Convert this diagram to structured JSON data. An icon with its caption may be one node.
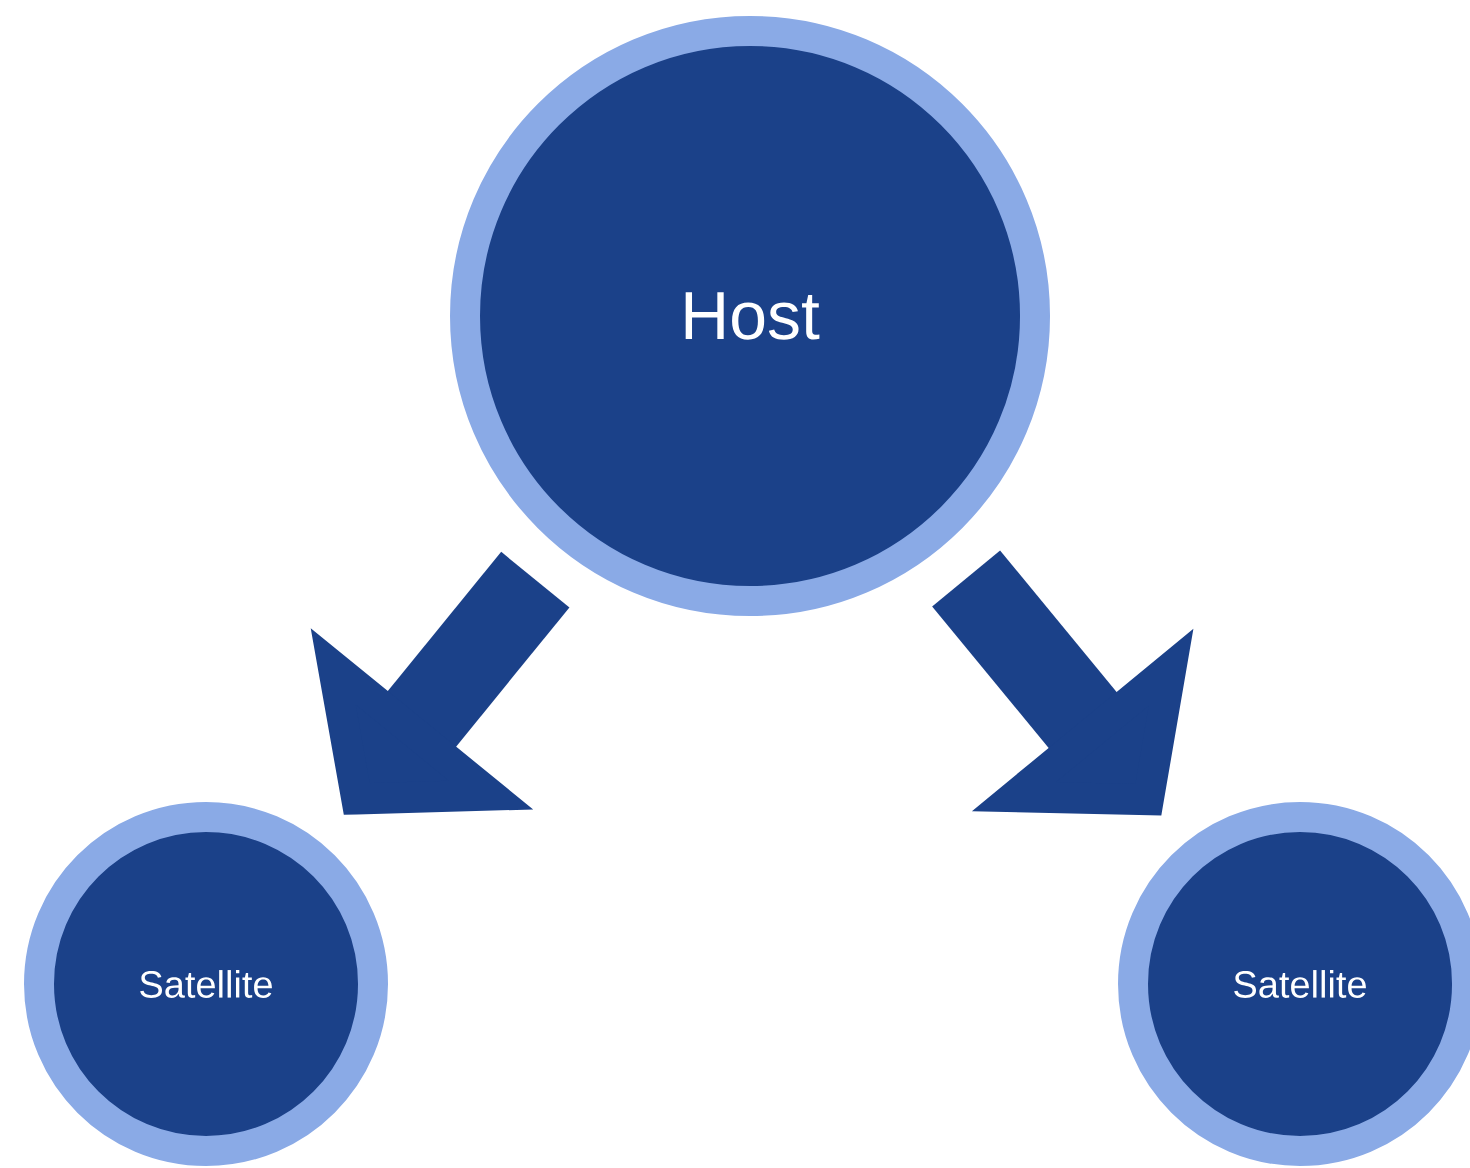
{
  "diagram": {
    "nodes": [
      {
        "text": [
          "Host"
        ]
      },
      {
        "text": [
          "Satellite"
        ]
      },
      {
        "text": [
          "Satellite"
        ]
      }
    ],
    "edges": [
      {
        "from": 0,
        "to": 1,
        "arrow": "to"
      },
      {
        "from": 0,
        "to": 2,
        "arrow": "to"
      }
    ]
  }
}
